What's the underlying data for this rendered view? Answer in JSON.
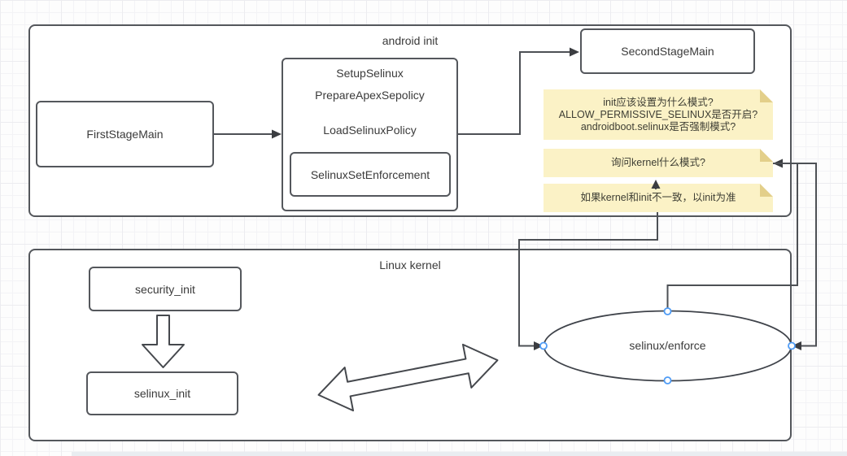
{
  "diagram": {
    "containers": {
      "android_init": {
        "label": "android init"
      },
      "linux_kernel": {
        "label": "Linux kernel"
      }
    },
    "nodes": {
      "first_stage_main": {
        "label": "FirstStageMain"
      },
      "setup_selinux": {
        "lines": [
          "SetupSelinux",
          "PrepareApexSepolicy",
          "LoadSelinuxPolicy"
        ],
        "inner": "SelinuxSetEnforcement"
      },
      "second_stage_main": {
        "label": "SecondStageMain"
      },
      "security_init": {
        "label": "security_init"
      },
      "selinux_init": {
        "label": "selinux_init"
      },
      "selinux_enforce": {
        "label": "selinux/enforce"
      }
    },
    "notes": {
      "init_mode_question": {
        "lines": [
          "init应该设置为什么模式?",
          "ALLOW_PERMISSIVE_SELINUX是否开启?",
          "androidboot.selinux是否强制模式?"
        ]
      },
      "ask_kernel": {
        "text": "询问kernel什么模式?"
      },
      "conflict_rule": {
        "text": "如果kernel和init不一致，以init为准"
      }
    },
    "colors": {
      "line": "#4d5055",
      "box_border": "#54575c",
      "note_bg": "#fbf2c6",
      "note_fold": "#e3cf8a",
      "handle_blue": "#4e9bf5",
      "text": "#3a3a3a"
    }
  }
}
